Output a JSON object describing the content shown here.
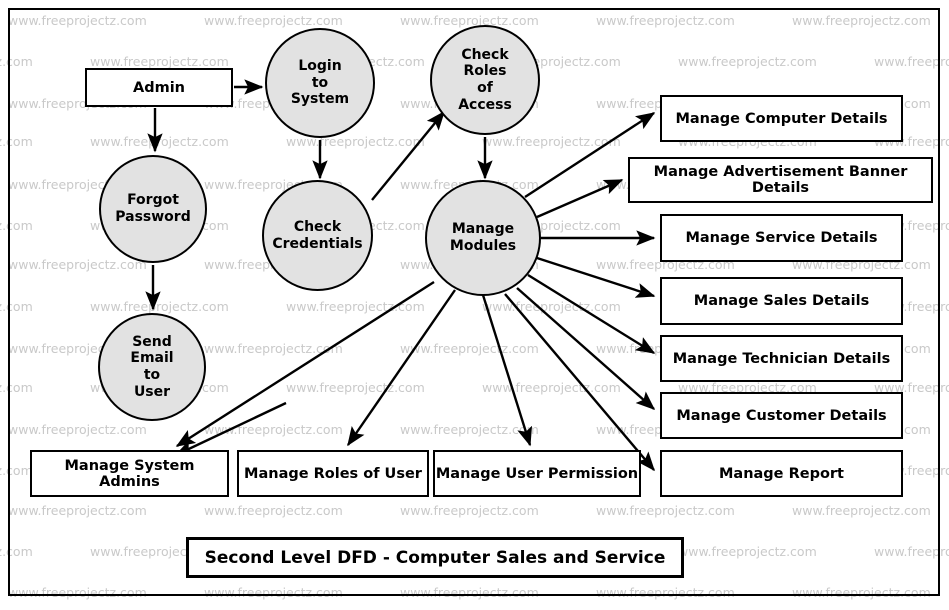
{
  "diagram": {
    "title": "Second Level DFD - Computer Sales and Service",
    "watermark_text": "www.freeprojectz.com",
    "colors": {
      "process_fill": "#e2e2e2",
      "stroke": "#000000",
      "background": "#ffffff",
      "watermark": "#c9c9c9"
    }
  },
  "entities": [
    {
      "id": "admin",
      "label": "Admin"
    }
  ],
  "processes": [
    {
      "id": "login",
      "label": "Login\nto\nSystem",
      "lines": [
        "Login",
        "to",
        "System"
      ]
    },
    {
      "id": "check_roles",
      "label": "Check\nRoles\nof\nAccess",
      "lines": [
        "Check",
        "Roles",
        "of",
        "Access"
      ]
    },
    {
      "id": "forgot",
      "label": "Forgot\nPassword",
      "lines": [
        "Forgot",
        "Password"
      ]
    },
    {
      "id": "check_cred",
      "label": "Check\nCredentials",
      "lines": [
        "Check",
        "Credentials"
      ]
    },
    {
      "id": "send_email",
      "label": "Send\nEmail\nto\nUser",
      "lines": [
        "Send",
        "Email",
        "to",
        "User"
      ]
    },
    {
      "id": "manage_modules",
      "label": "Manage\nModules",
      "lines": [
        "Manage",
        "Modules"
      ]
    }
  ],
  "datastores": [
    {
      "id": "computer",
      "label": "Manage Computer Details"
    },
    {
      "id": "advertisement",
      "label": "Manage Advertisement Banner Details"
    },
    {
      "id": "service",
      "label": "Manage Service Details"
    },
    {
      "id": "sales",
      "label": "Manage Sales Details"
    },
    {
      "id": "technician",
      "label": "Manage Technician Details"
    },
    {
      "id": "customer",
      "label": "Manage Customer Details"
    },
    {
      "id": "report",
      "label": "Manage Report"
    },
    {
      "id": "sysadmins",
      "label": "Manage System Admins"
    },
    {
      "id": "roles",
      "label": "Manage Roles of User"
    },
    {
      "id": "permission",
      "label": "Manage User Permission"
    }
  ],
  "flows": [
    {
      "from": "admin",
      "to": "login"
    },
    {
      "from": "admin",
      "to": "forgot"
    },
    {
      "from": "forgot",
      "to": "send_email"
    },
    {
      "from": "login",
      "to": "check_cred"
    },
    {
      "from": "check_cred",
      "to": "check_roles"
    },
    {
      "from": "check_roles",
      "to": "manage_modules"
    },
    {
      "from": "send_email",
      "to": "sysadmins"
    },
    {
      "from": "manage_modules",
      "to": "computer"
    },
    {
      "from": "manage_modules",
      "to": "advertisement"
    },
    {
      "from": "manage_modules",
      "to": "service"
    },
    {
      "from": "manage_modules",
      "to": "sales"
    },
    {
      "from": "manage_modules",
      "to": "technician"
    },
    {
      "from": "manage_modules",
      "to": "customer"
    },
    {
      "from": "manage_modules",
      "to": "report"
    },
    {
      "from": "manage_modules",
      "to": "sysadmins"
    },
    {
      "from": "manage_modules",
      "to": "roles"
    },
    {
      "from": "manage_modules",
      "to": "permission"
    }
  ]
}
